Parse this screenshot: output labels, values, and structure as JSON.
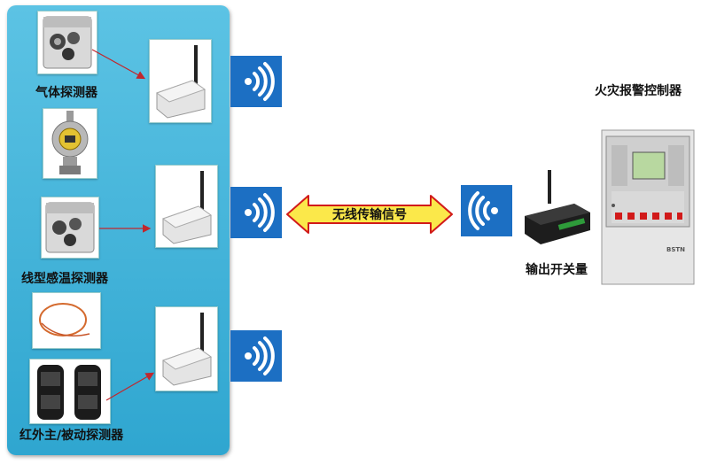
{
  "sensors": {
    "gas_detector_label": "气体探测器",
    "linear_heat_detector_label": "线型感温探测器",
    "infrared_detector_label": "红外主/被动探测器"
  },
  "link": {
    "wireless_label": "无线传输信号"
  },
  "output": {
    "switch_module_label": "输出开关量"
  },
  "controller": {
    "title": "火灾报警控制器",
    "brand_mark": "BSTN"
  },
  "colors": {
    "panel": "#2fa6d0",
    "wifi_box": "#1c6fc3",
    "arrow_fill": "#fbe84a",
    "arrow_stroke": "#d11a1a",
    "connector": "#c0272d"
  }
}
